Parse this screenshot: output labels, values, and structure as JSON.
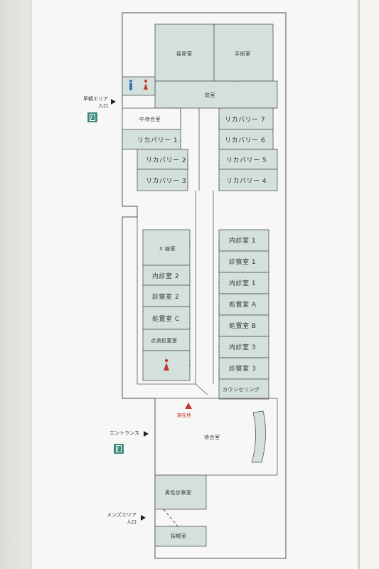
{
  "rooms": {
    "saiketsu_top": "採卵室",
    "shujutsu": "手術室",
    "zenshitsu": "前室",
    "naka_machiai": "中待合室",
    "recovery_1": "リカバリー 1",
    "recovery_2": "リカバリー 2",
    "recovery_3": "リカバリー 3",
    "recovery_4": "リカバリー 4",
    "recovery_5": "リカバリー 5",
    "recovery_6": "リカバリー 6",
    "recovery_7": "リカバリー 7",
    "xray": "X 線室",
    "naishin_2": "内診室 2",
    "shinsatsu_2": "診察室 2",
    "shochi_c": "処置室 C",
    "tenteki": "点滴処置室",
    "naishin_1": "内診室 1",
    "shinsatsu_1": "診察室 1",
    "naishin_1b": "内診室 1",
    "shochi_a": "処置室 A",
    "shochi_b": "処置室 B",
    "naishin_3": "内診室 3",
    "shinsatsu_3": "診察室 3",
    "counseling": "カウンセリング",
    "machiai": "待合室",
    "dansei_shinsatsu": "男性診察室",
    "saisei": "採精室"
  },
  "entrances": {
    "early_area": "早朝エリア\n入口",
    "entrance": "エントランス",
    "mens_area": "メンズエリア\n入口"
  },
  "current_location": "現在地",
  "icons": {
    "exit": "emergency-exit-icon",
    "toilet_male": "toilet-man-icon",
    "toilet_female": "toilet-woman-icon",
    "here": "current-location-triangle-icon"
  },
  "colors": {
    "room_fill": "#d3e0dc",
    "line": "#555555",
    "here": "#c0392b",
    "exit": "#3d8a7a",
    "toilet_male": "#3a6fb0",
    "toilet_female": "#c0392b"
  }
}
